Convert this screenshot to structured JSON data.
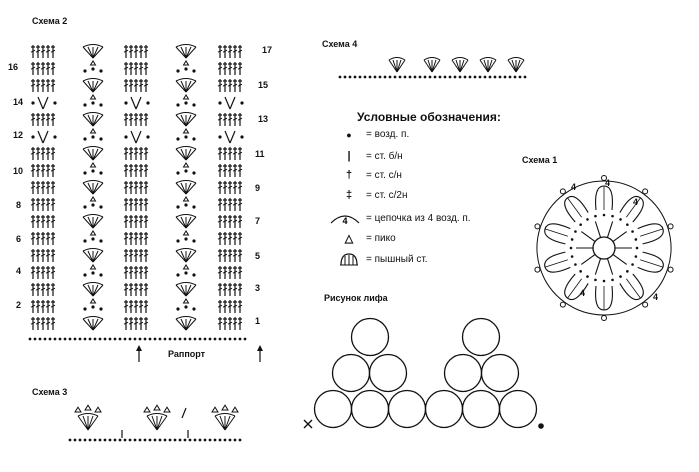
{
  "scheme2": {
    "title": "Схема 2",
    "rows_left": [
      "16",
      "14",
      "12",
      "10",
      "8",
      "6",
      "4",
      "2"
    ],
    "rows_right": [
      "17",
      "15",
      "13",
      "11",
      "9",
      "7",
      "5",
      "3",
      "1"
    ],
    "repeat_label": "Раппорт"
  },
  "scheme3": {
    "title": "Схема 3"
  },
  "scheme4": {
    "title": "Схема 4"
  },
  "scheme1": {
    "title": "Схема 1",
    "chain_labels": [
      "4",
      "4",
      "4",
      "4",
      "4"
    ]
  },
  "bodice": {
    "title": "Рисунок лифа"
  },
  "legend": {
    "title": "Условные обозначения:",
    "items": [
      {
        "symbol": "●",
        "text": "= возд. п."
      },
      {
        "symbol": "|",
        "text": "= ст. б/н"
      },
      {
        "symbol": "†",
        "text": "= ст. с/н"
      },
      {
        "symbol": "‡",
        "text": "= ст. с/2н"
      },
      {
        "symbol": "4",
        "text": "= цепочка из 4 возд. п."
      },
      {
        "symbol": "△",
        "text": "= пико"
      },
      {
        "symbol": "⋔",
        "text": "= пышный ст."
      }
    ]
  }
}
